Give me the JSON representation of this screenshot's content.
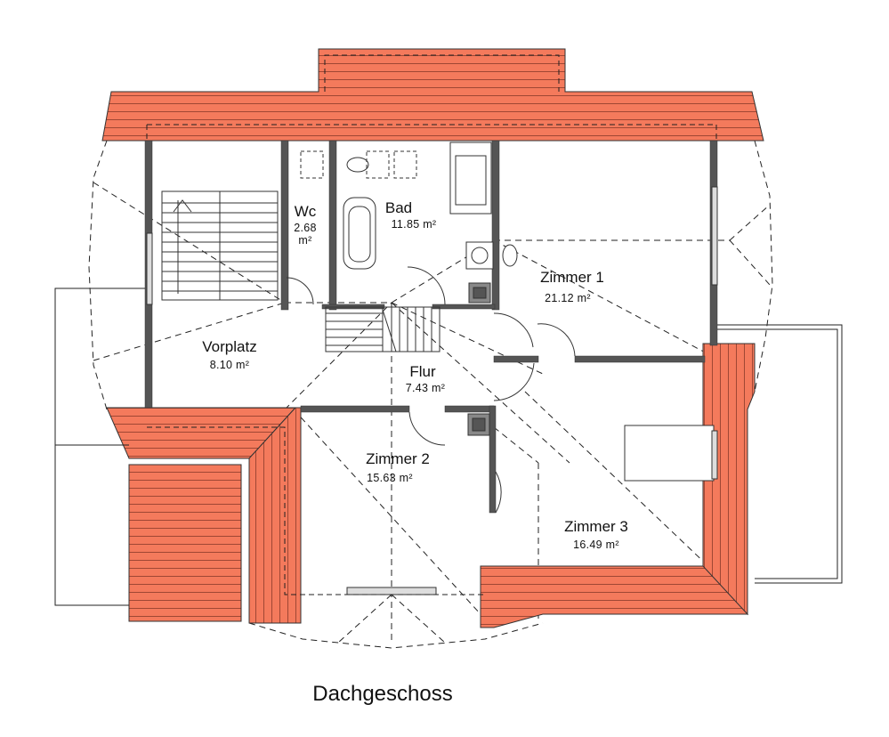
{
  "title": "Dachgeschoss",
  "colors": {
    "roof": "#f47a5c",
    "wall": "#555555",
    "line": "#222222"
  },
  "rooms": [
    {
      "id": "wc",
      "name": "Wc",
      "area": "2.68",
      "unit": "m²"
    },
    {
      "id": "bad",
      "name": "Bad",
      "area": "11.85 m²"
    },
    {
      "id": "zimmer1",
      "name": "Zimmer 1",
      "area": "21.12 m²"
    },
    {
      "id": "vorplatz",
      "name": "Vorplatz",
      "area": "8.10 m²"
    },
    {
      "id": "flur",
      "name": "Flur",
      "area": "7.43 m²"
    },
    {
      "id": "zimmer2",
      "name": "Zimmer 2",
      "area": "15.63 m²"
    },
    {
      "id": "zimmer3",
      "name": "Zimmer 3",
      "area": "16.49 m²"
    }
  ]
}
